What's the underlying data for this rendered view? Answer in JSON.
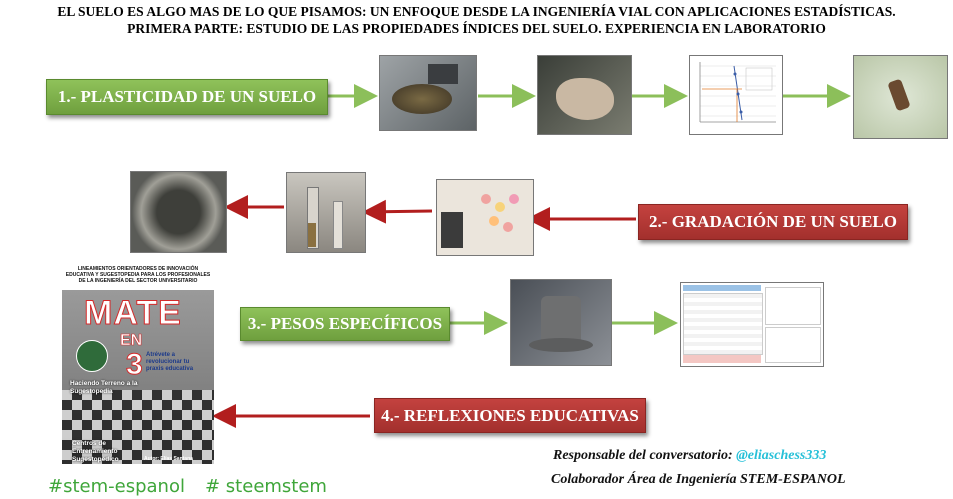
{
  "header": {
    "line1": "EL SUELO  ES ALGO MAS DE LO QUE PISAMOS: UN ENFOQUE DESDE LA INGENIERÍA VIAL CON APLICACIONES ESTADÍSTICAS.",
    "line2": "PRIMERA PARTE: ESTUDIO DE LAS PROPIEDADES ÍNDICES DEL SUELO. EXPERIENCIA EN LABORATORIO"
  },
  "sections": {
    "s1": "1.- PLASTICIDAD DE UN SUELO",
    "s2": "2.- GRADACIÓN  DE UN SUELO",
    "s3": "3.- PESOS ESPECÍFICOS",
    "s4": "4.- REFLEXIONES EDUCATIVAS"
  },
  "book": {
    "header": "LINEAMIENTOS ORIENTADORES DE INNOVACIÓN EDUCATIVA Y SUGESTOPEDIA PARA LOS PROFESIONALES DE LA INGENIERÍA DEL SECTOR UNIVERSITARIO",
    "title": "MATE",
    "en": "EN",
    "number": "3",
    "slogan": "Atrévete a revolucionar tu praxis educativa",
    "line1": "Haciendo Terreno a la Sugestopedia",
    "line2": "Centros de Entrenamiento Sugestopédico",
    "author": "Autor: Elías Santana"
  },
  "footer": {
    "hashtag1": "#stem-espanol",
    "hashtag2": "# steemstem",
    "responsible_label": "Responsable del conversatorio: ",
    "handle": "@eliaschess333",
    "collaborator": "Colaborador Área de Ingeniería STEM-ESPANOL"
  },
  "colors": {
    "green_box": "#7bad47",
    "red_box": "#b33a37",
    "green_arrow": "#8cbf5a",
    "red_arrow": "#b21e1e",
    "hashtag": "#3fa63a",
    "handle": "#26c0d8"
  },
  "images": [
    "casagrande-device-photo",
    "soil-thread-hand-photo",
    "liquid-limit-chart-image",
    "soil-sample-photo",
    "sieve-pan-photo",
    "graduated-cylinder-photo",
    "sieving-samples-photo",
    "pycnometer-photo",
    "spreadsheet-results-image"
  ]
}
